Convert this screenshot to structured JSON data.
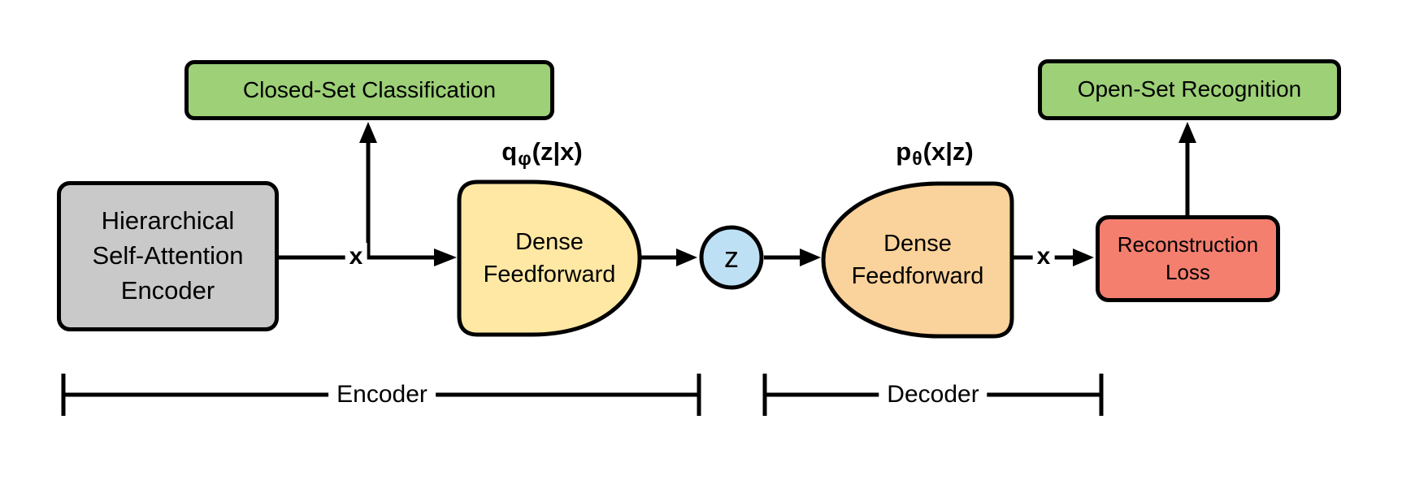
{
  "diagram": {
    "background_color": "#FFFFFF",
    "stroke_color": "#000000",
    "nodes": {
      "hierarchical_encoder": {
        "lines": [
          "Hierarchical",
          "Self-Attention",
          "Encoder"
        ],
        "fill": "#C9C9C9"
      },
      "closed_set_classification": {
        "label": "Closed-Set Classification",
        "fill": "#9DD077"
      },
      "open_set_recognition": {
        "label": "Open-Set Recognition",
        "fill": "#9DD077"
      },
      "dense_feedforward_encoder": {
        "lines": [
          "Dense",
          "Feedforward"
        ],
        "fill": "#FFE8A3",
        "distribution": {
          "base": "q",
          "sub": "φ",
          "rest": "(z|x)"
        }
      },
      "latent_z": {
        "label": "z",
        "fill": "#BEE0F4"
      },
      "dense_feedforward_decoder": {
        "lines": [
          "Dense",
          "Feedforward"
        ],
        "fill": "#FAD29B",
        "distribution": {
          "base": "p",
          "sub": "θ",
          "rest": "(x|z)"
        }
      },
      "reconstruction_loss": {
        "lines": [
          "Reconstruction",
          "Loss"
        ],
        "fill": "#F57F6F"
      }
    },
    "edge_labels": {
      "encoder_input": "x",
      "reconstructed_output": "x"
    },
    "brackets": {
      "encoder": "Encoder",
      "decoder": "Decoder"
    }
  }
}
